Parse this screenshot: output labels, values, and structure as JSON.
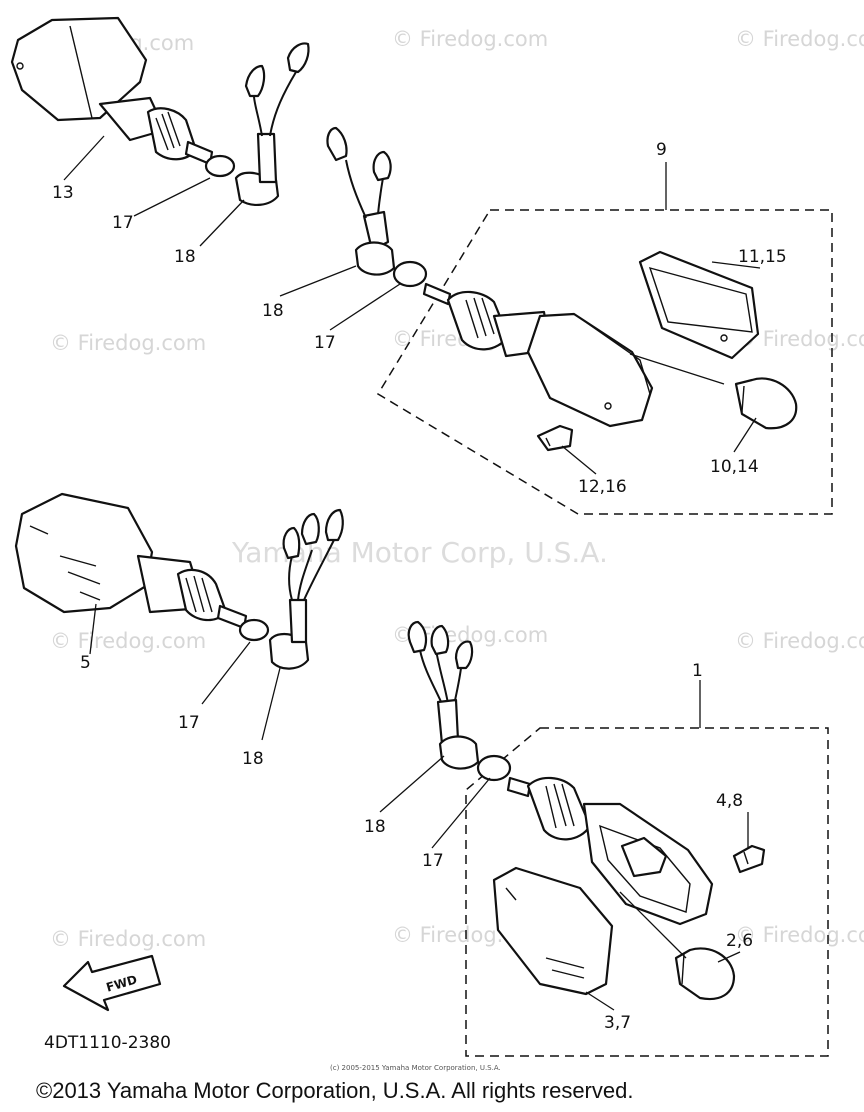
{
  "watermarks": {
    "firedog": "© Firedog.com",
    "yamaha": "Yamaha Motor Corp, U.S.A."
  },
  "callouts": {
    "c13": "13",
    "c17_a": "17",
    "c18_a": "18",
    "c9": "9",
    "c11_15": "11,15",
    "c18_b": "18",
    "c17_b": "17",
    "c10_14": "10,14",
    "c12_16": "12,16",
    "c5": "5",
    "c17_c": "17",
    "c18_c": "18",
    "c1": "1",
    "c4_8": "4,8",
    "c18_d": "18",
    "c17_d": "17",
    "c2_6": "2,6",
    "c3_7": "3,7"
  },
  "fwd_label": "FWD",
  "diagram_code": "4DT1110-2380",
  "small_copyright": "(c) 2005-2015 Yamaha Motor Corporation, U.S.A.",
  "footer_copyright": "©2013 Yamaha Motor Corporation, U.S.A. All rights reserved."
}
